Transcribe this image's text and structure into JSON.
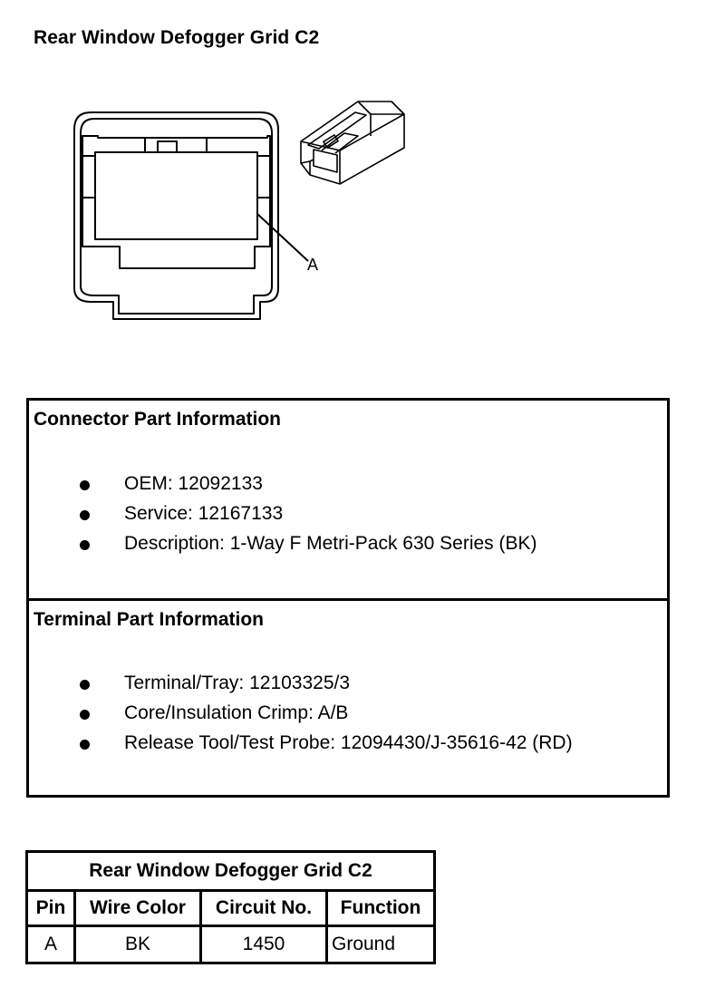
{
  "page": {
    "title": "Rear Window Defogger Grid C2"
  },
  "figure": {
    "callout_label": "A"
  },
  "connector_info": {
    "heading": "Connector Part Information",
    "items": [
      "OEM: 12092133",
      "Service: 12167133",
      "Description: 1-Way F Metri-Pack 630 Series (BK)"
    ]
  },
  "terminal_info": {
    "heading": "Terminal Part Information",
    "items": [
      "Terminal/Tray: 12103325/3",
      "Core/Insulation Crimp: A/B",
      "Release Tool/Test Probe: 12094430/J-35616-42 (RD)"
    ]
  },
  "pin_table": {
    "title": "Rear Window Defogger Grid C2",
    "headers": [
      "Pin",
      "Wire Color",
      "Circuit No.",
      "Function"
    ],
    "rows": [
      [
        "A",
        "BK",
        "1450",
        "Ground"
      ]
    ]
  }
}
